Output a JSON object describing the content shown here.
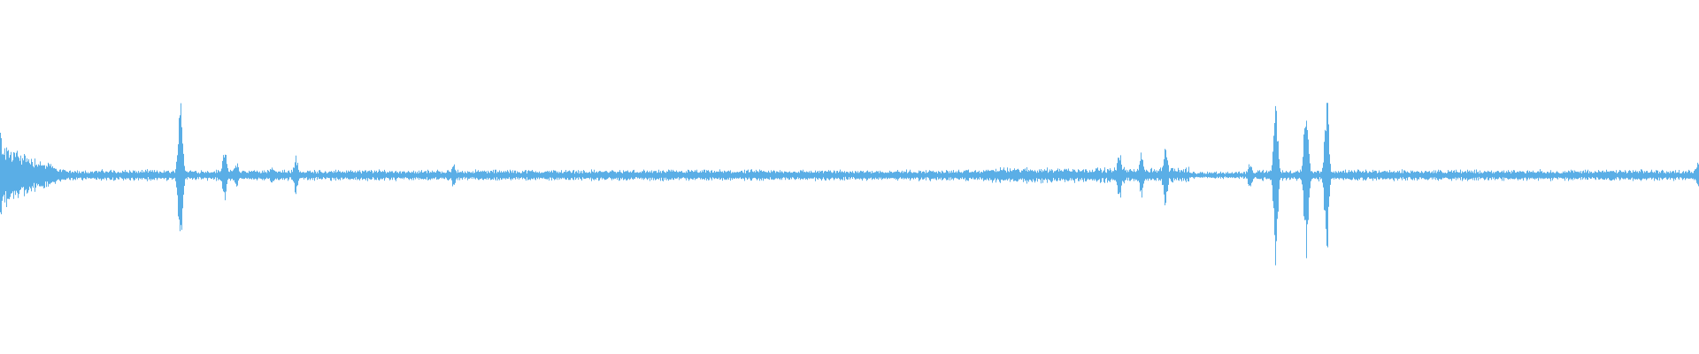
{
  "waveform": {
    "color": "#5aaee6",
    "background": "#ffffff",
    "baseline_amplitude": 0.025,
    "peaks": [
      {
        "t": 0.0,
        "amplitude": 0.27
      },
      {
        "t": 0.106,
        "amplitude": 0.58
      },
      {
        "t": 0.132,
        "amplitude": 0.2
      },
      {
        "t": 0.139,
        "amplitude": 0.08
      },
      {
        "t": 0.16,
        "amplitude": 0.06
      },
      {
        "t": 0.174,
        "amplitude": 0.13
      },
      {
        "t": 0.267,
        "amplitude": 0.08
      },
      {
        "t": 0.659,
        "amplitude": 0.12
      },
      {
        "t": 0.672,
        "amplitude": 0.1
      },
      {
        "t": 0.686,
        "amplitude": 0.14
      },
      {
        "t": 0.736,
        "amplitude": 0.14
      },
      {
        "t": 0.751,
        "amplitude": 0.53
      },
      {
        "t": 0.769,
        "amplitude": 0.53
      },
      {
        "t": 0.781,
        "amplitude": 0.5
      },
      {
        "t": 1.0,
        "amplitude": 0.11
      }
    ]
  }
}
